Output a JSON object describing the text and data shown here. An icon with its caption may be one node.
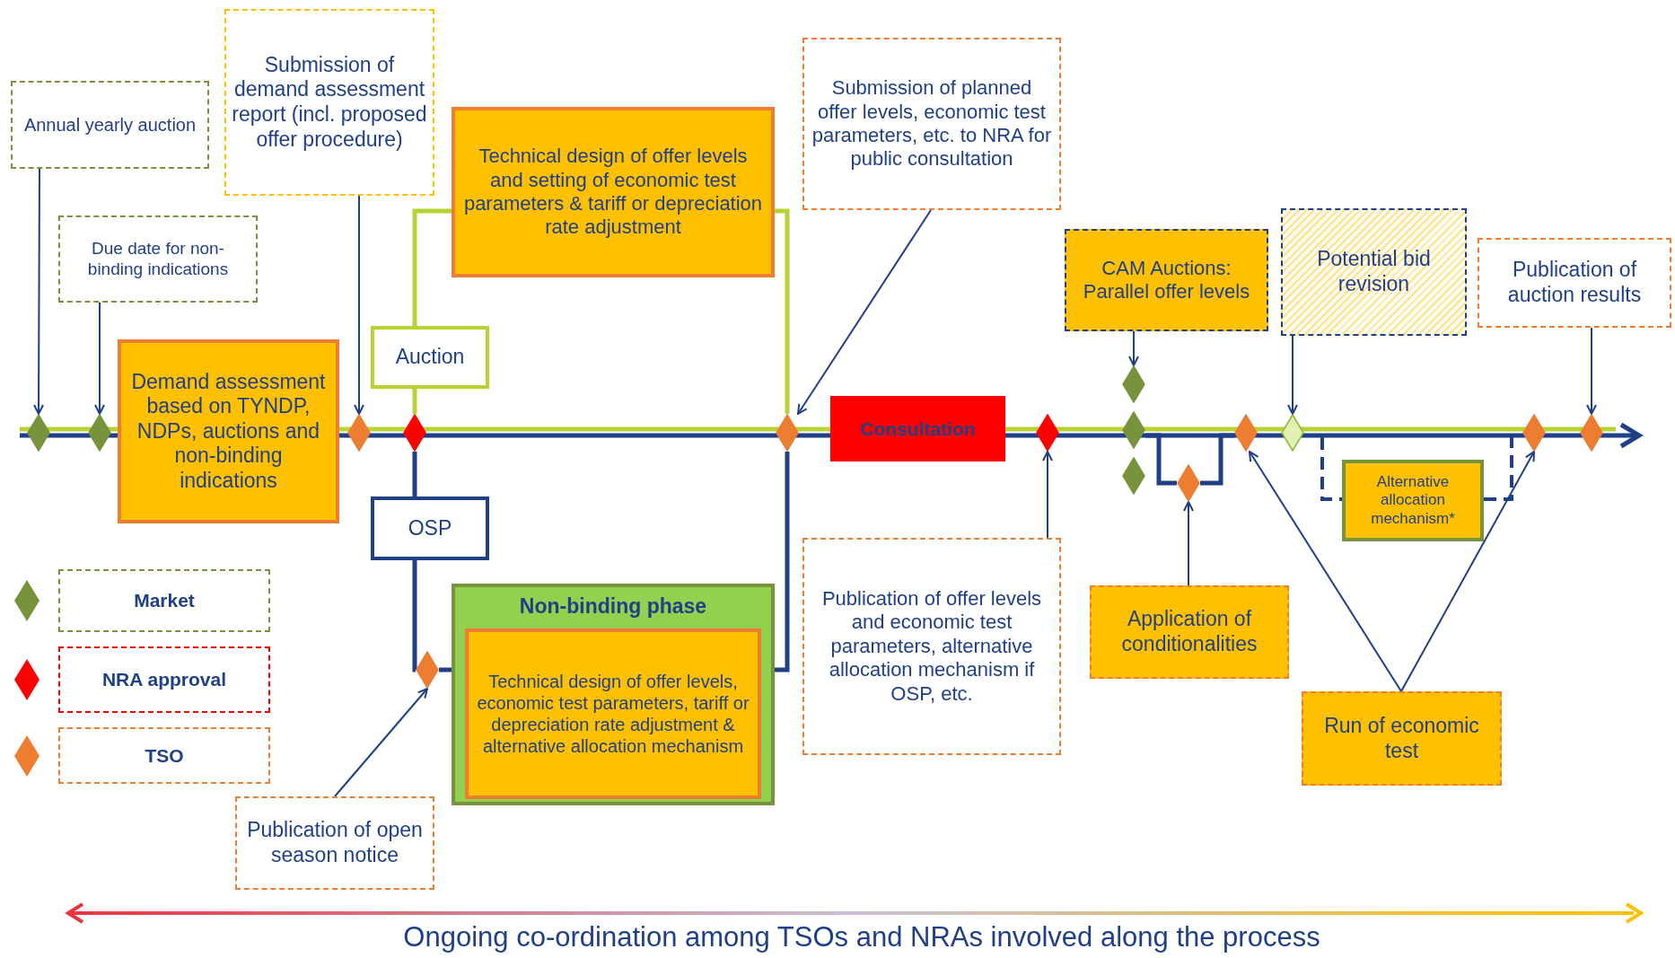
{
  "diagram": {
    "nodes": [
      {
        "text": [
          "Annual yearly auction"
        ]
      },
      {
        "text": [
          "Submission of demand assessment report (incl. proposed offer procedure)"
        ]
      },
      {
        "text": [
          "Technical design of offer levels and setting of economic test parameters & tariff or depreciation rate adjustment"
        ]
      },
      {
        "text": [
          "Submission of planned offer levels, economic test parameters, etc. to NRA for public consultation"
        ]
      },
      {
        "text": [
          "Due date for non-binding indications"
        ]
      },
      {
        "text": [
          "CAM Auctions: Parallel offer levels"
        ]
      },
      {
        "text": [
          "Potential bid revision"
        ]
      },
      {
        "text": [
          "Publication of auction results"
        ]
      },
      {
        "text": [
          "Demand assessment based on TYNDP, NDPs, auctions and non-binding indications"
        ]
      },
      {
        "text": [
          "Auction"
        ]
      },
      {
        "text": [
          "Consultation"
        ]
      },
      {
        "text": [
          "Alternative allocation mechanism*"
        ]
      },
      {
        "text": [
          "OSP"
        ]
      },
      {
        "text": [
          "Non-binding phase"
        ]
      },
      {
        "text": [
          "Technical design of offer levels, economic test parameters, tariff or depreciation rate adjustment & alternative allocation mechanism"
        ],
        "in": 13
      },
      {
        "text": [
          "Publication of offer levels and economic test parameters, alternative allocation mechanism if OSP, etc."
        ]
      },
      {
        "text": [
          "Application of conditionalities"
        ]
      },
      {
        "text": [
          "Run of economic test"
        ]
      },
      {
        "text": [
          "Publication of open season notice"
        ]
      },
      {
        "text": [],
        "shape": "diamond"
      },
      {
        "text": [],
        "shape": "diamond"
      },
      {
        "text": [],
        "shape": "diamond"
      },
      {
        "text": [],
        "shape": "diamond"
      },
      {
        "text": [],
        "shape": "diamond"
      },
      {
        "text": [],
        "shape": "diamond"
      },
      {
        "text": [],
        "shape": "diamond"
      },
      {
        "text": [],
        "shape": "diamond"
      },
      {
        "text": [],
        "shape": "diamond"
      },
      {
        "text": [],
        "shape": "diamond"
      },
      {
        "text": [],
        "shape": "diamond"
      },
      {
        "text": [],
        "shape": "diamond"
      },
      {
        "text": [],
        "shape": "diamond"
      },
      {
        "text": [],
        "shape": "diamond"
      },
      {
        "text": [],
        "shape": "diamond"
      }
    ],
    "edges": [
      {
        "from": 0,
        "to": 19,
        "arrow": "to"
      },
      {
        "from": 4,
        "to": 20,
        "arrow": "to"
      },
      {
        "from": 1,
        "to": 21,
        "arrow": "to"
      },
      {
        "from": 22,
        "to": 9,
        "arrow": "none",
        "style": "thick",
        "color": "#b5d334"
      },
      {
        "from": 9,
        "to": 2,
        "arrow": "none",
        "style": "thick",
        "color": "#b5d334"
      },
      {
        "from": 2,
        "to": 24,
        "arrow": "none",
        "style": "thick",
        "color": "#b5d334"
      },
      {
        "from": 22,
        "to": 12,
        "arrow": "none",
        "style": "thick"
      },
      {
        "from": 12,
        "to": 23,
        "arrow": "none",
        "style": "thick"
      },
      {
        "from": 23,
        "to": 13,
        "arrow": "none",
        "style": "thick"
      },
      {
        "from": 13,
        "to": 24,
        "arrow": "none",
        "style": "thick"
      },
      {
        "from": 3,
        "to": 24,
        "arrow": "to"
      },
      {
        "from": 15,
        "to": 25,
        "arrow": "to"
      },
      {
        "from": 5,
        "to": 26,
        "arrow": "to"
      },
      {
        "from": 6,
        "to": 31,
        "arrow": "to"
      },
      {
        "from": 7,
        "to": 33,
        "arrow": "to"
      },
      {
        "from": 16,
        "to": 29,
        "arrow": "to"
      },
      {
        "from": 17,
        "to": 30,
        "arrow": "to"
      },
      {
        "from": 17,
        "to": 32,
        "arrow": "to"
      },
      {
        "from": 18,
        "to": 23,
        "arrow": "to"
      },
      {
        "from": 27,
        "to": 29,
        "arrow": "none",
        "style": "thick"
      },
      {
        "from": 29,
        "to": 30,
        "arrow": "none",
        "style": "thick"
      },
      {
        "from": 31,
        "to": 11,
        "arrow": "none",
        "style": "dashed"
      },
      {
        "from": 11,
        "to": 32,
        "arrow": "none",
        "style": "dashed"
      }
    ],
    "labels": [
      "Ongoing co-ordination among TSOs and NRAs involved along the process"
    ],
    "legend": [
      {
        "text": "Market",
        "color": "#77933c"
      },
      {
        "text": "NRA approval",
        "color": "#ff0000"
      },
      {
        "text": "TSO",
        "color": "#ed7d31"
      }
    ]
  }
}
